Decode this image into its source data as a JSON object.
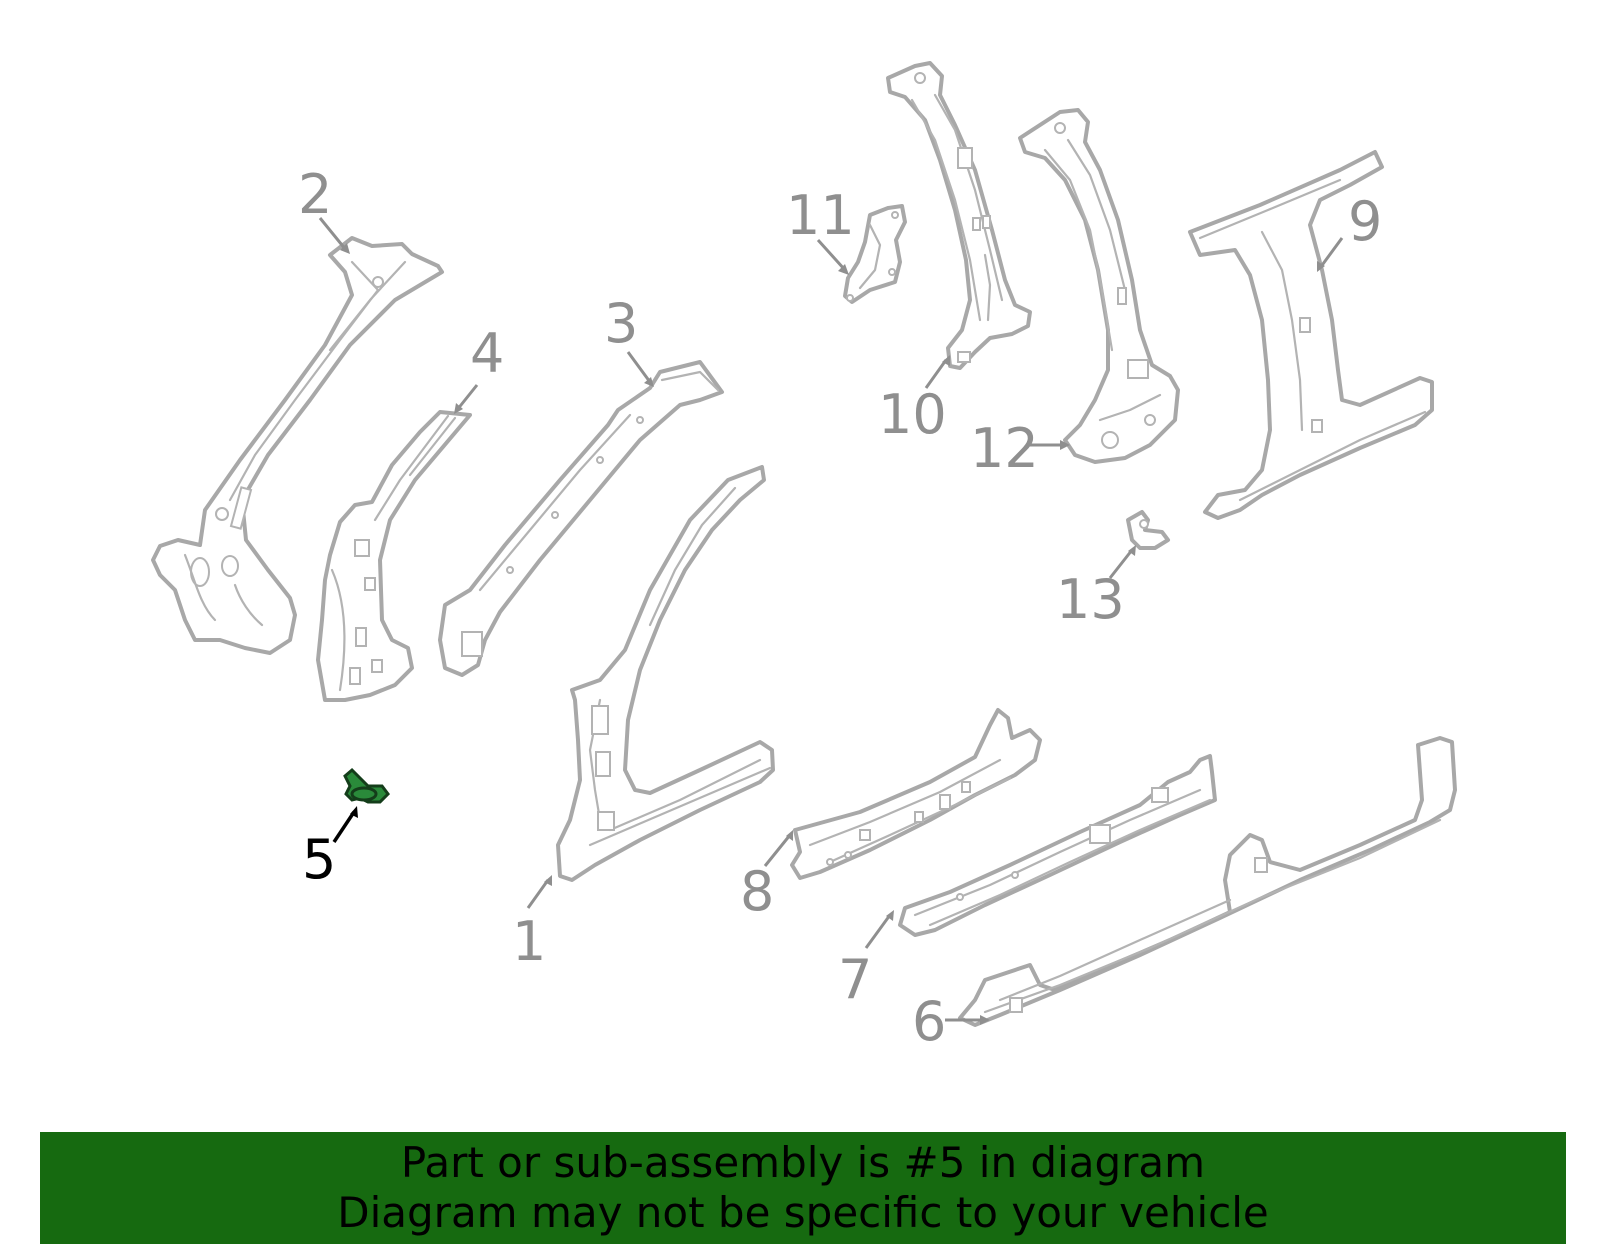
{
  "diagram": {
    "callouts": [
      {
        "id": "1",
        "label": "1"
      },
      {
        "id": "2",
        "label": "2"
      },
      {
        "id": "3",
        "label": "3"
      },
      {
        "id": "4",
        "label": "4"
      },
      {
        "id": "5",
        "label": "5"
      },
      {
        "id": "6",
        "label": "6"
      },
      {
        "id": "7",
        "label": "7"
      },
      {
        "id": "8",
        "label": "8"
      },
      {
        "id": "9",
        "label": "9"
      },
      {
        "id": "10",
        "label": "10"
      },
      {
        "id": "11",
        "label": "11"
      },
      {
        "id": "12",
        "label": "12"
      },
      {
        "id": "13",
        "label": "13"
      }
    ],
    "highlighted_part": "5",
    "colors": {
      "outline": "#a8a8a8",
      "callout_text": "#8f8f8f",
      "highlight_part": "#2a8a3a",
      "highlight_text": "#000000",
      "banner": "#166a10"
    }
  },
  "banner": {
    "line1": "Part or sub-assembly is #5 in diagram",
    "line2": "Diagram may not be specific to your vehicle"
  }
}
